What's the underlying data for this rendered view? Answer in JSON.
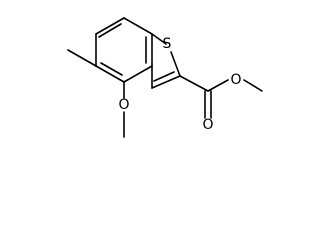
{
  "molecule": {
    "atoms": {
      "sulfur": "S",
      "methoxy_oxygen": "O",
      "carbonyl_oxygen": "O",
      "ester_oxygen": "O"
    }
  }
}
